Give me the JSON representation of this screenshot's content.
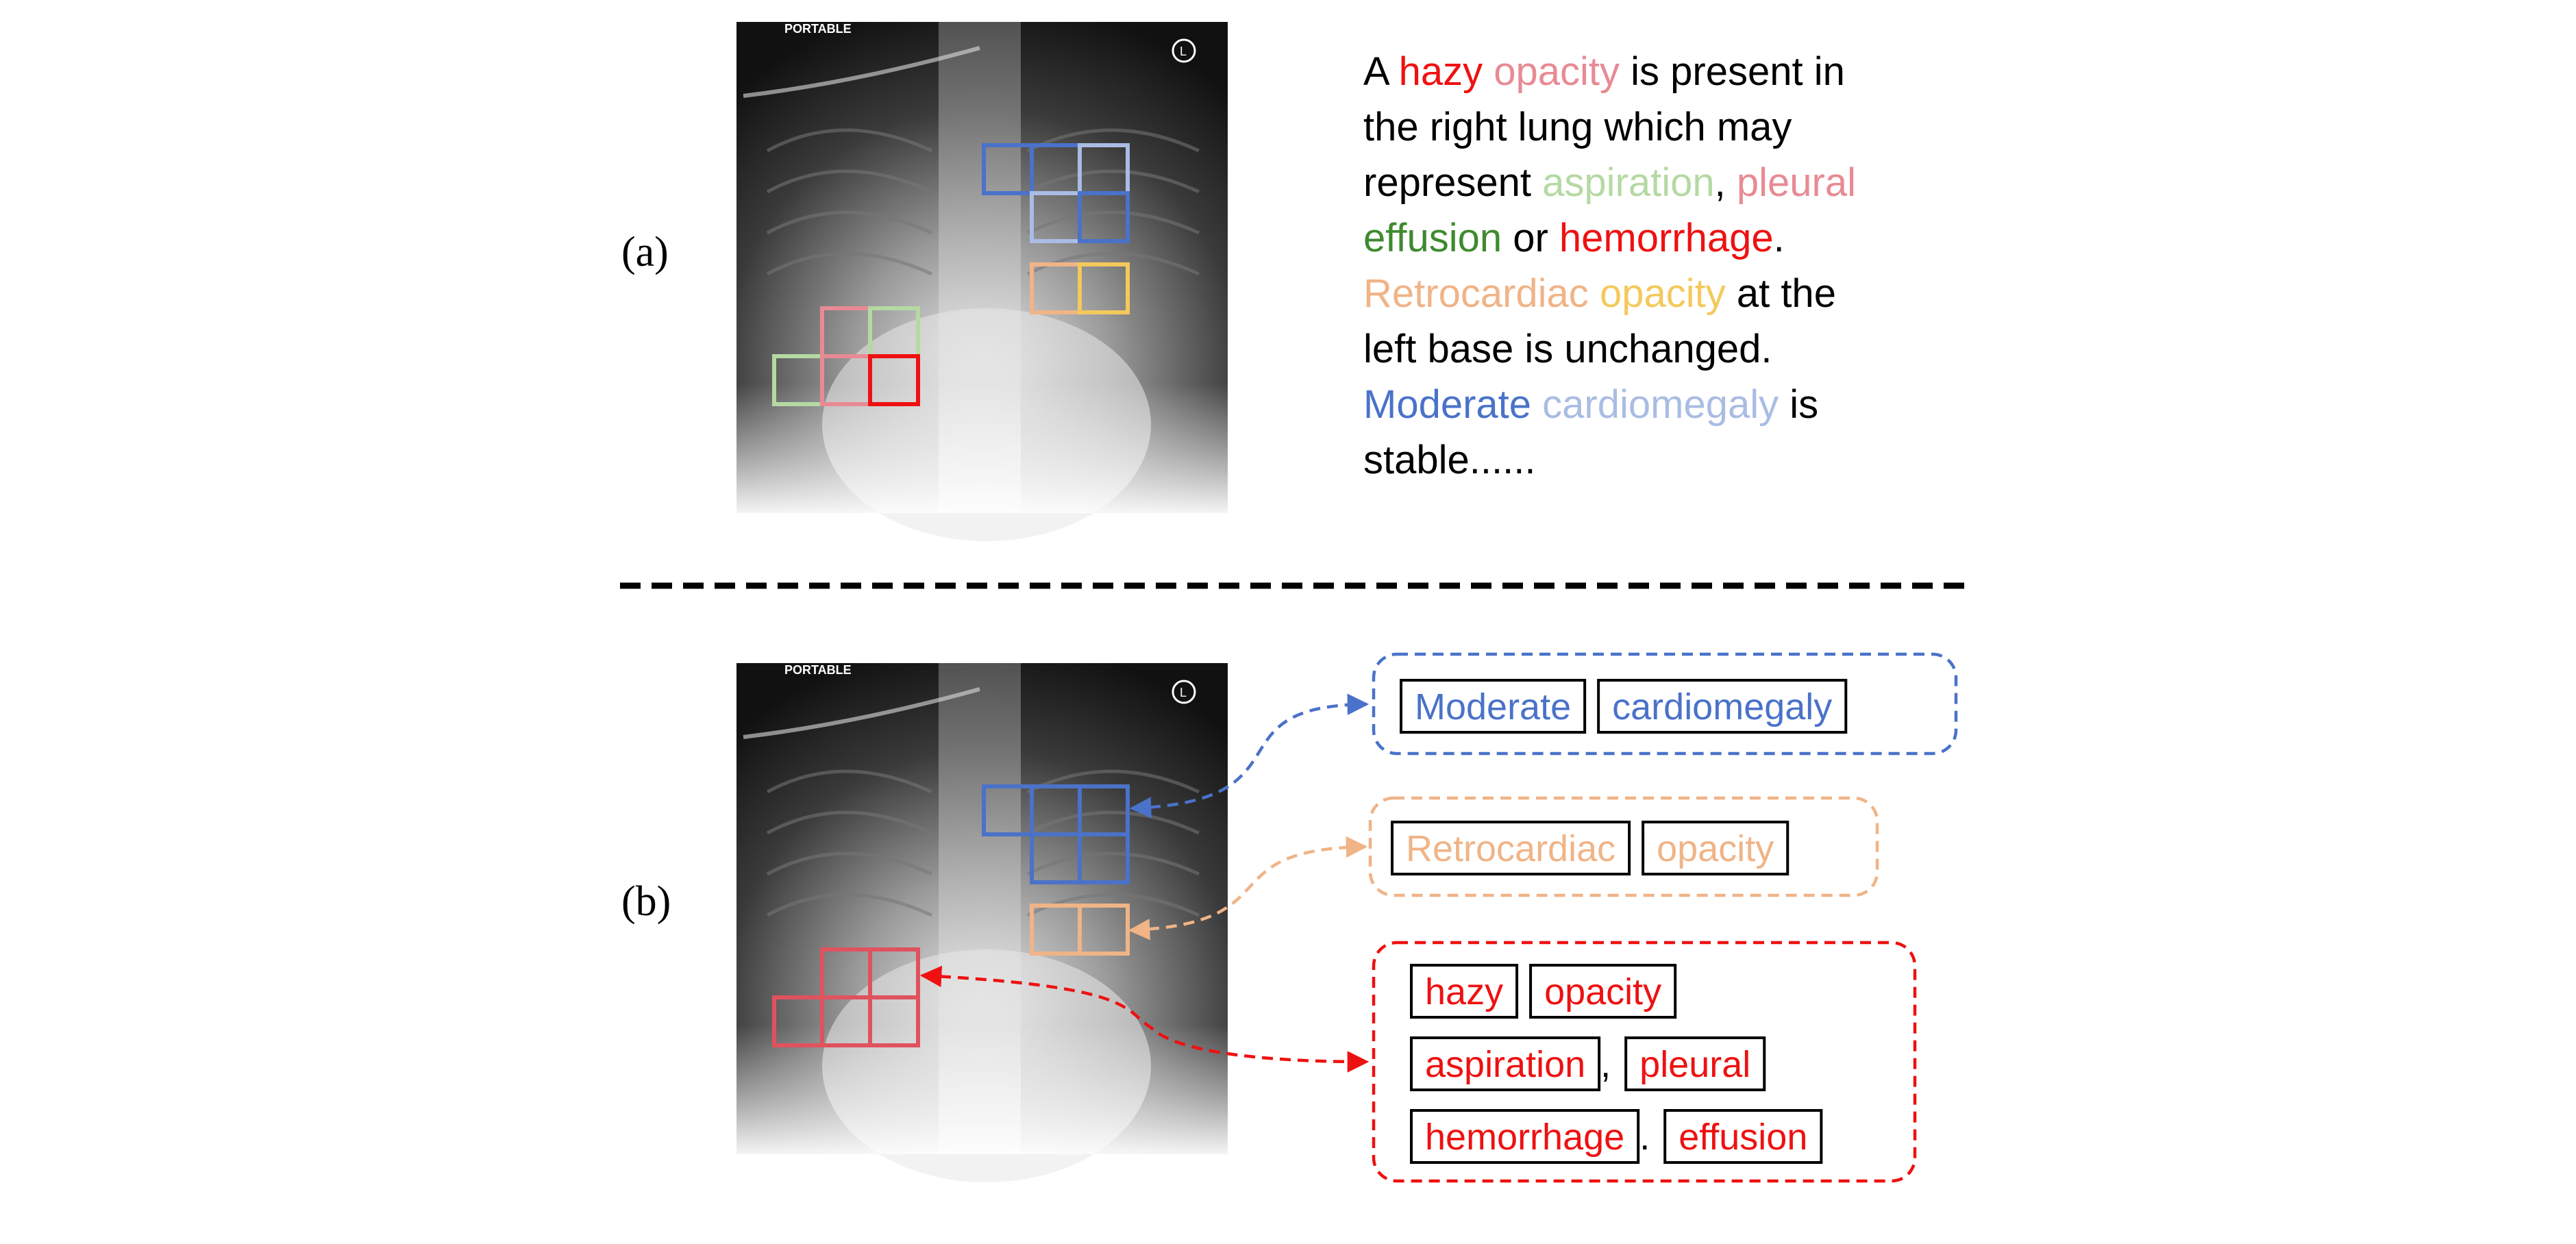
{
  "panel_a": {
    "label": "(a)",
    "xray_label": "PORTABLE",
    "marker": "L",
    "report_lines": [
      [
        {
          "t": "A ",
          "c": "black"
        },
        {
          "t": "hazy",
          "c": "red"
        },
        {
          "t": " ",
          "c": "black"
        },
        {
          "t": "opacity",
          "c": "pink"
        },
        {
          "t": " is present in",
          "c": "black"
        }
      ],
      [
        {
          "t": "the right lung which may",
          "c": "black"
        }
      ],
      [
        {
          "t": "represent ",
          "c": "black"
        },
        {
          "t": "aspiration",
          "c": "lightgreen"
        },
        {
          "t": ", ",
          "c": "black"
        },
        {
          "t": "pleural",
          "c": "pink"
        }
      ],
      [
        {
          "t": "effusion",
          "c": "darkgreen"
        },
        {
          "t": " or ",
          "c": "black"
        },
        {
          "t": "hemorrhage",
          "c": "red"
        },
        {
          "t": ".",
          "c": "black"
        }
      ],
      [
        {
          "t": "Retrocardiac",
          "c": "peach"
        },
        {
          "t": " ",
          "c": "black"
        },
        {
          "t": "opacity",
          "c": "yellow"
        },
        {
          "t": " at the",
          "c": "black"
        }
      ],
      [
        {
          "t": "left base is unchanged.",
          "c": "black"
        }
      ],
      [
        {
          "t": "Moderate",
          "c": "blue"
        },
        {
          "t": " ",
          "c": "black"
        },
        {
          "t": "cardiomegaly",
          "c": "lightblue"
        },
        {
          "t": " is",
          "c": "black"
        }
      ],
      [
        {
          "t": "stable......",
          "c": "black"
        }
      ]
    ]
  },
  "panel_b": {
    "label": "(b)",
    "xray_label": "PORTABLE",
    "marker": "L",
    "groups": [
      {
        "name": "cardiomegaly-group",
        "color": "blue",
        "rows": [
          [
            {
              "t": "Moderate",
              "boxed": true
            },
            {
              "t": "cardiomegaly",
              "boxed": true
            }
          ]
        ]
      },
      {
        "name": "retrocardiac-group",
        "color": "peach",
        "rows": [
          [
            {
              "t": "Retrocardiac",
              "boxed": true
            },
            {
              "t": "opacity",
              "boxed": true
            }
          ]
        ]
      },
      {
        "name": "lung-group",
        "color": "red",
        "rows": [
          [
            {
              "t": "hazy",
              "boxed": true
            },
            {
              "t": "opacity",
              "boxed": true
            }
          ],
          [
            {
              "t": "aspiration",
              "boxed": true
            },
            {
              "t": ",",
              "boxed": false
            },
            {
              "t": "pleural",
              "boxed": true
            }
          ],
          [
            {
              "t": "hemorrhage",
              "boxed": true
            },
            {
              "t": ".",
              "boxed": false
            },
            {
              "t": "effusion",
              "boxed": true
            }
          ]
        ]
      }
    ]
  },
  "colors": {
    "black": "#000000",
    "red": "#ee1111",
    "pink": "#e88a94",
    "lightgreen": "#b5d9a2",
    "darkgreen": "#3e8a2e",
    "peach": "#f0b487",
    "yellow": "#f4c95c",
    "blue": "#4a72c9",
    "lightblue": "#a9bce4",
    "region_red": "#e0525e",
    "region_blue": "#4a72c9",
    "region_peach": "#f0b487"
  }
}
